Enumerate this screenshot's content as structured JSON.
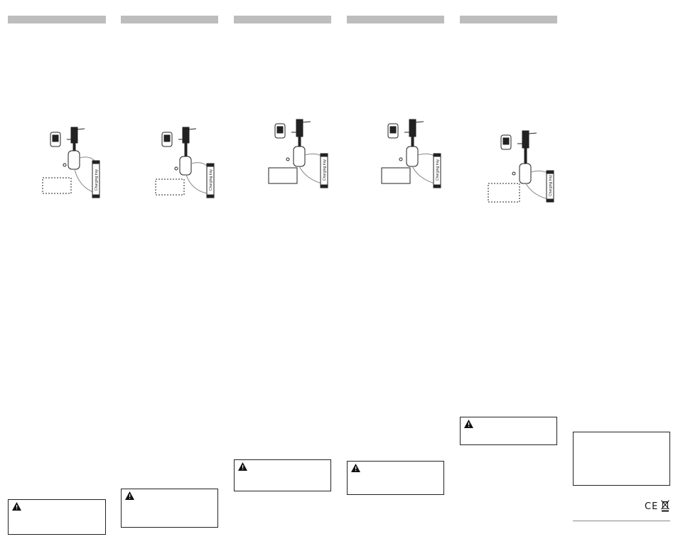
{
  "panels": [
    {
      "id": "panel-1",
      "diagram_label": "Charging tray"
    },
    {
      "id": "panel-2",
      "diagram_label": "Charging tray"
    },
    {
      "id": "panel-3",
      "diagram_label": "Charging tray"
    },
    {
      "id": "panel-4",
      "diagram_label": "Charging tray"
    },
    {
      "id": "panel-5",
      "diagram_label": "Charging tray"
    }
  ],
  "icons": {
    "warning": "warning-triangle-icon",
    "ce": "ce-mark",
    "weee": "crossed-out-bin-icon"
  },
  "ce_text": "CE",
  "colors": {
    "header_bar": "#bdbdbd",
    "line": "#222222"
  }
}
